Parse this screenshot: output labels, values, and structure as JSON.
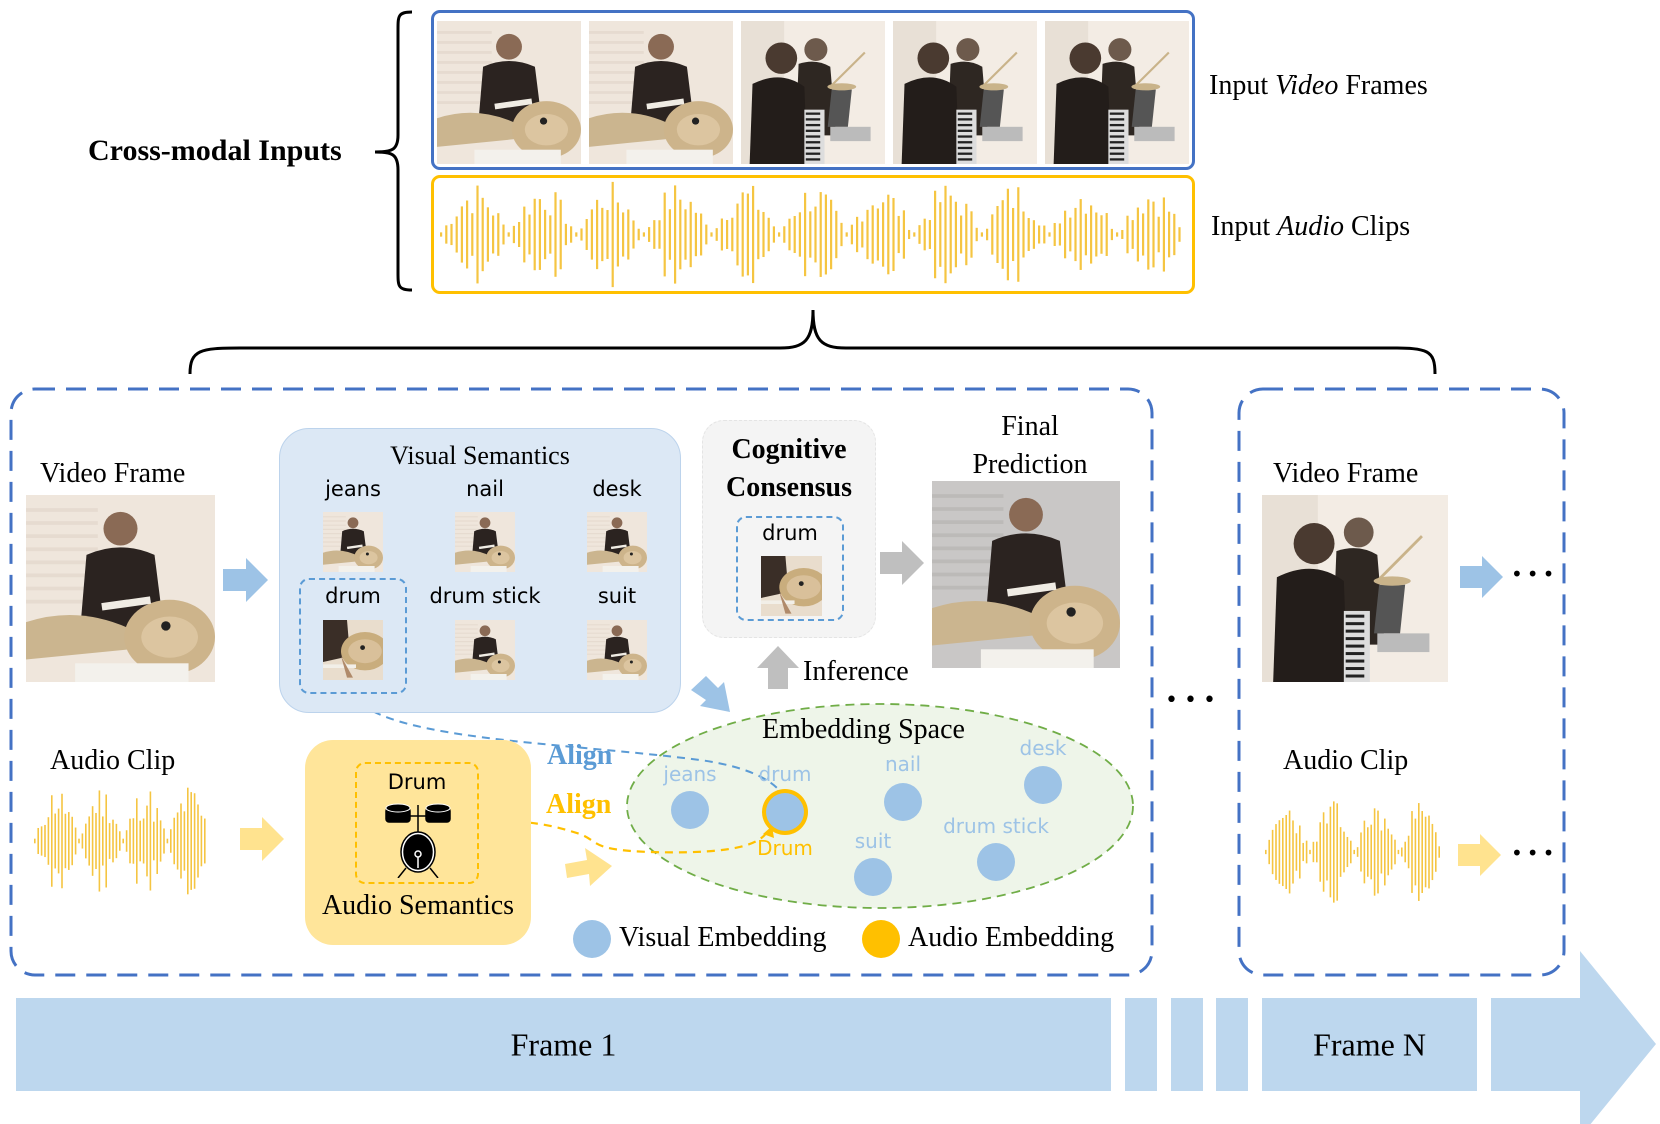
{
  "inputs": {
    "title": "Cross-modal Inputs",
    "video_label_pre": "Input ",
    "video_label_em": "Video",
    "video_label_post": " Frames",
    "audio_label_pre": "Input ",
    "audio_label_em": "Audio",
    "audio_label_post": " Clips",
    "video_frames": [
      {
        "scene": "drummer"
      },
      {
        "scene": "drummer"
      },
      {
        "scene": "pianist"
      },
      {
        "scene": "pianist"
      },
      {
        "scene": "pianist"
      }
    ]
  },
  "frame1_panel": {
    "video_frame_label": "Video Frame",
    "audio_clip_label": "Audio Clip",
    "visual_semantics": {
      "title": "Visual Semantics",
      "items": [
        {
          "label": "jeans"
        },
        {
          "label": "nail"
        },
        {
          "label": "desk"
        },
        {
          "label": "drum",
          "highlighted": true
        },
        {
          "label": "drum stick"
        },
        {
          "label": "suit"
        }
      ]
    },
    "cognitive_consensus": {
      "title_line1": "Cognitive",
      "title_line2": "Consensus",
      "item_label": "drum"
    },
    "final_prediction": {
      "line1": "Final",
      "line2": "Prediction"
    },
    "inference_label": "Inference",
    "audio_semantics": {
      "title": "Audio Semantics",
      "item_label": "Drum",
      "icon": "drum-kit-icon"
    },
    "align_visual": "Align",
    "align_audio": "Align",
    "embedding_space": {
      "title": "Embedding Space",
      "visual_points": [
        {
          "label": "jeans"
        },
        {
          "label": "drum"
        },
        {
          "label": "nail"
        },
        {
          "label": "desk"
        },
        {
          "label": "suit"
        },
        {
          "label": "drum stick"
        }
      ],
      "audio_point_label": "Drum"
    },
    "legend": {
      "visual": "Visual Embedding",
      "audio": "Audio Embedding"
    }
  },
  "frameN_panel": {
    "video_frame_label": "Video Frame",
    "audio_clip_label": "Audio Clip",
    "ellipsis": "•••"
  },
  "between_ellipsis": "•••",
  "timeline": {
    "first": "Frame 1",
    "last": "Frame N"
  },
  "colors": {
    "panel_border": "#4472c4",
    "video_border": "#4472c4",
    "audio_border": "#ffc000",
    "waveform": "#f5c542",
    "visual_embedding": "#9dc3e6",
    "audio_embedding": "#ffc000",
    "embedding_space_fill": "#eef5e9",
    "embedding_space_border": "#70ad47",
    "timeline": "#bdd7ee",
    "align_visual": "#5b9bd5",
    "align_audio": "#ffc000"
  }
}
